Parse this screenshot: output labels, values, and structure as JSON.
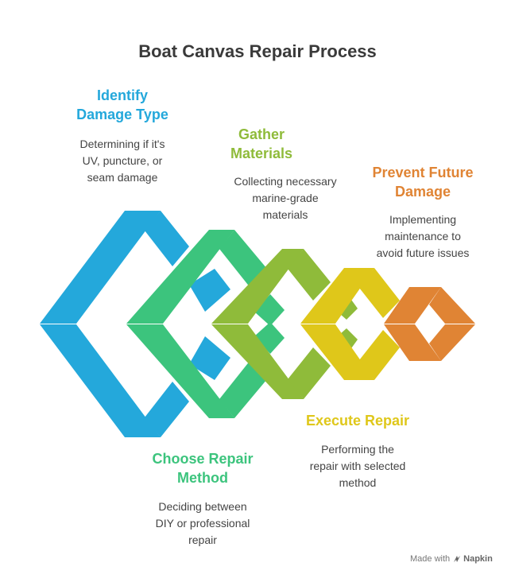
{
  "title": "Boat Canvas Repair Process",
  "steps": [
    {
      "heading": [
        "Identify",
        "Damage Type"
      ],
      "description": [
        "Determining if it's",
        "UV, puncture, or",
        "seam damage"
      ],
      "color": "#24a8db"
    },
    {
      "heading": [
        "Choose Repair",
        "Method"
      ],
      "description": [
        "Deciding between",
        "DIY or professional",
        "repair"
      ],
      "color": "#3cc47d"
    },
    {
      "heading": [
        "Gather",
        "Materials"
      ],
      "description": [
        "Collecting necessary",
        "marine-grade",
        "materials"
      ],
      "color": "#8fbb3a"
    },
    {
      "heading": [
        "Execute Repair"
      ],
      "description": [
        "Performing the",
        "repair with selected",
        "method"
      ],
      "color": "#dfc71a"
    },
    {
      "heading": [
        "Prevent Future",
        "Damage"
      ],
      "description": [
        "Implementing",
        "maintenance to",
        "avoid future issues"
      ],
      "color": "#e08434"
    }
  ],
  "footer": {
    "prefix": "Made with",
    "brand": "Napkin"
  }
}
